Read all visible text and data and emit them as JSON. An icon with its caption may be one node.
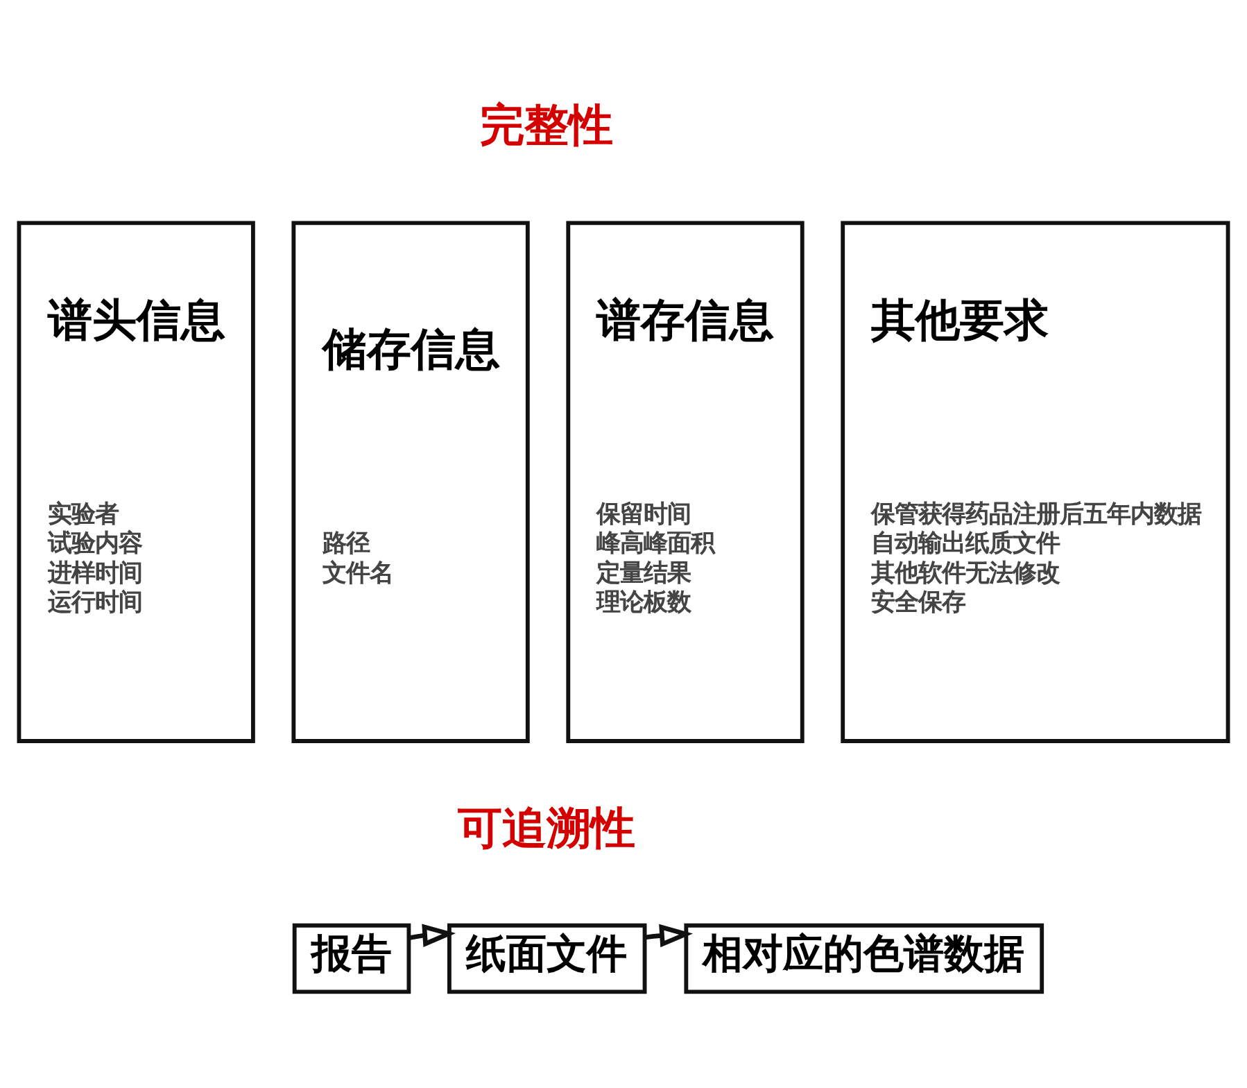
{
  "diagram": {
    "nodes": [
      {
        "text": [
          "谱头信息",
          "实验者",
          "试验内容",
          "进样时间",
          "运行时间"
        ]
      },
      {
        "text": [
          "储存信息",
          "路径",
          "文件名"
        ]
      },
      {
        "text": [
          "谱存信息",
          "保留时间",
          "峰高峰面积",
          "定量结果",
          "理论板数"
        ]
      },
      {
        "text": [
          "其他要求",
          "保管获得药品注册后五年内数据",
          "自动输出纸质文件",
          "其他软件无法修改",
          "安全保存"
        ]
      },
      {
        "text": [
          "报告"
        ]
      },
      {
        "text": [
          "纸面文件"
        ]
      },
      {
        "text": [
          "相对应的色谱数据"
        ]
      }
    ],
    "edges": [
      {
        "from": 4,
        "to": 5,
        "arrow": "to"
      },
      {
        "from": 5,
        "to": 6,
        "arrow": "to"
      }
    ],
    "labels": [
      "完整性",
      "可追溯性"
    ]
  }
}
